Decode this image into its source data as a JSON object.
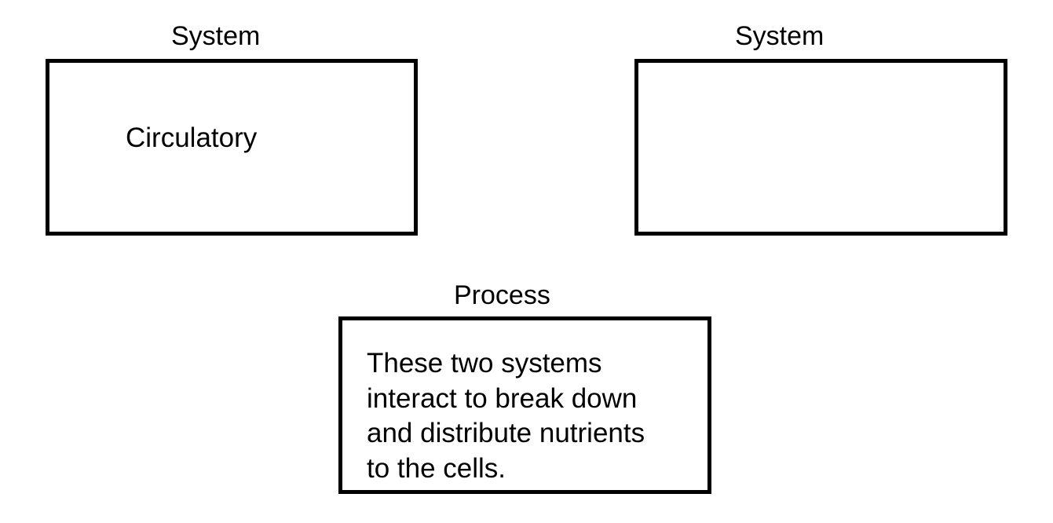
{
  "systems": [
    {
      "heading": "System",
      "content": "Circulatory"
    },
    {
      "heading": "System",
      "content": ""
    }
  ],
  "process": {
    "heading": "Process",
    "content": "These two systems\ninteract to break down\nand distribute nutrients\nto the cells."
  }
}
